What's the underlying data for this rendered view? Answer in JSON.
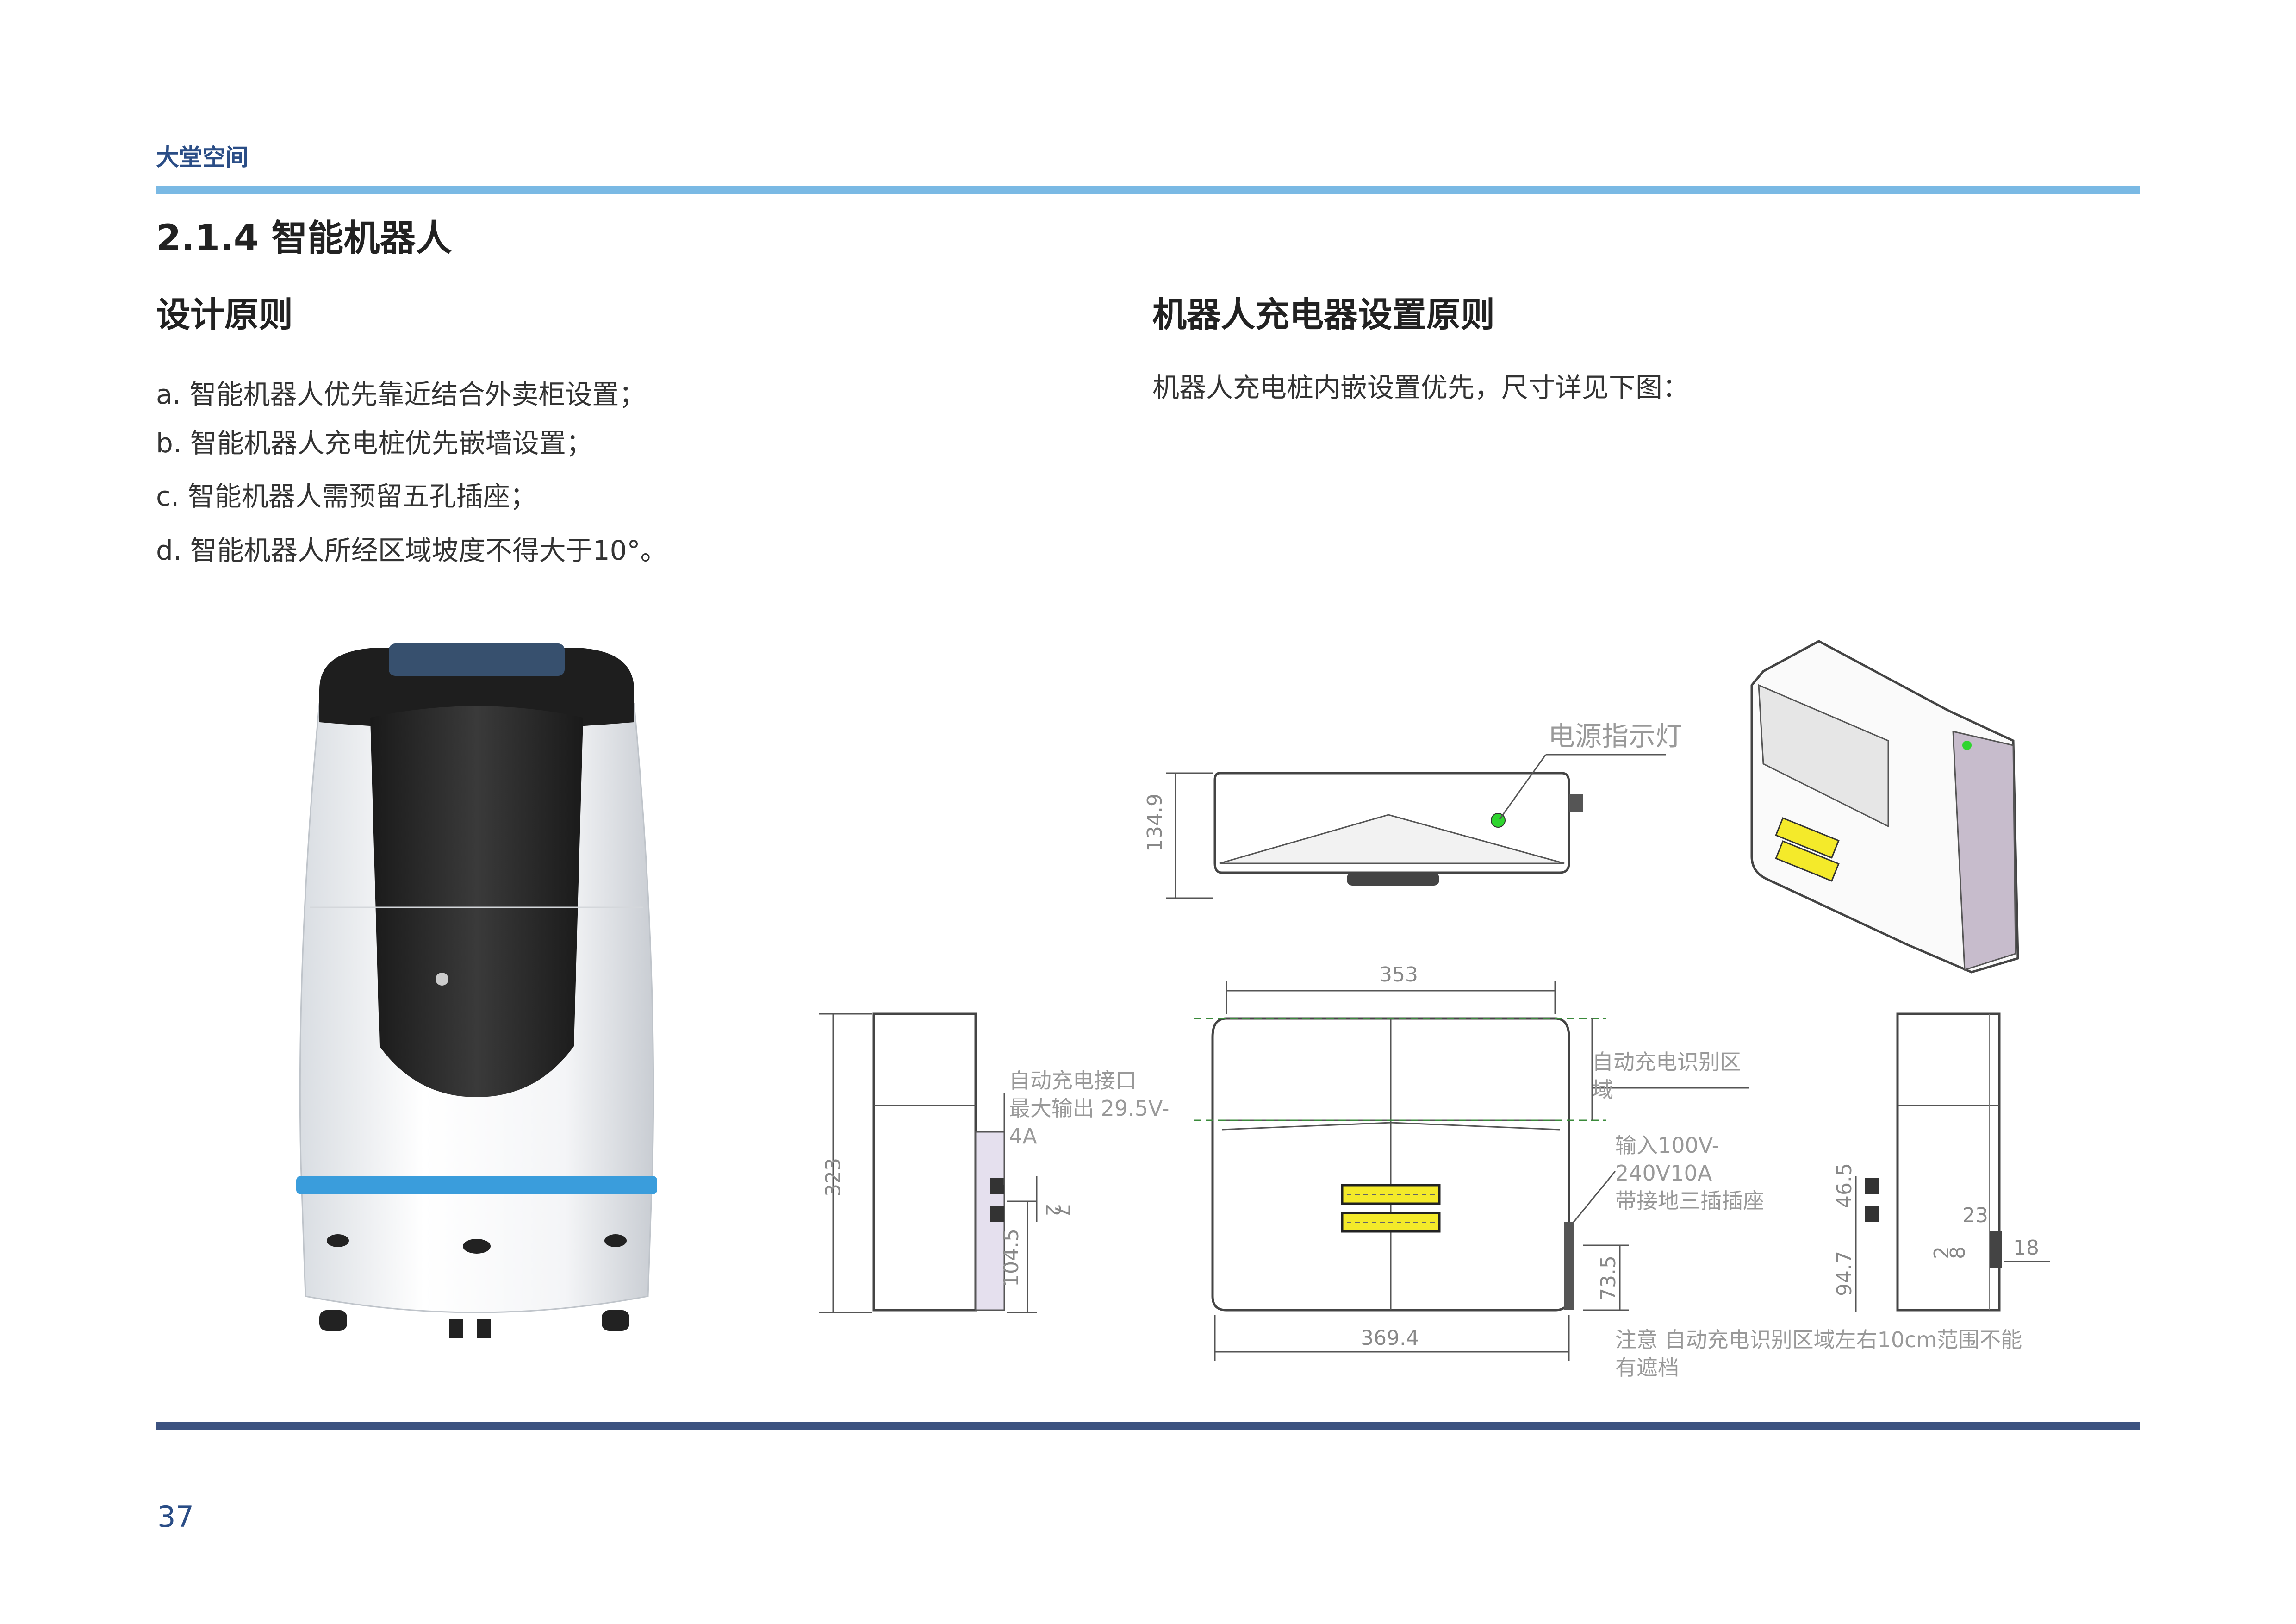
{
  "header": {
    "section": "大堂空间"
  },
  "page_title": "2.1.4 智能机器人",
  "left": {
    "heading": "设计原则",
    "rules": [
      "a. 智能机器人优先靠近结合外卖柜设置；",
      "b. 智能机器人充电桩优先嵌墙设置；",
      "c.  智能机器人需预留五孔插座；",
      "d. 智能机器人所经区域坡度不得大于10°。"
    ]
  },
  "right": {
    "heading": "机器人充电器设置原则",
    "intro": "机器人充电桩内嵌设置优先，尺寸详见下图："
  },
  "drawing": {
    "power_light_label": "电源指示灯",
    "dims": {
      "top_height": "134.9",
      "front_width_top": "353",
      "front_width_bottom": "369.4",
      "side_height": "323",
      "side_a": "104.5",
      "side_b": "2",
      "side_c": "7",
      "front_side": "73.5",
      "right_a": "46.5",
      "right_b": "94.7",
      "right_c": "23",
      "right_d": "2",
      "right_e": "8",
      "right_f": "18"
    },
    "annotations": {
      "charge_port": [
        "自动充电接口",
        "最大输出 29.5V-",
        "4A"
      ],
      "detect_zone": [
        "自动充电识别区",
        "域"
      ],
      "input": [
        "输入100V-",
        "240V10A",
        "带接地三插插座"
      ],
      "note": [
        "注意 自动充电识别区域左右10cm范围不能",
        "有遮档"
      ]
    }
  },
  "page_number": "37",
  "colors": {
    "accent_blue": "#7ab9e4",
    "navy": "#3c5280",
    "heading_blue": "#2a4d86"
  }
}
